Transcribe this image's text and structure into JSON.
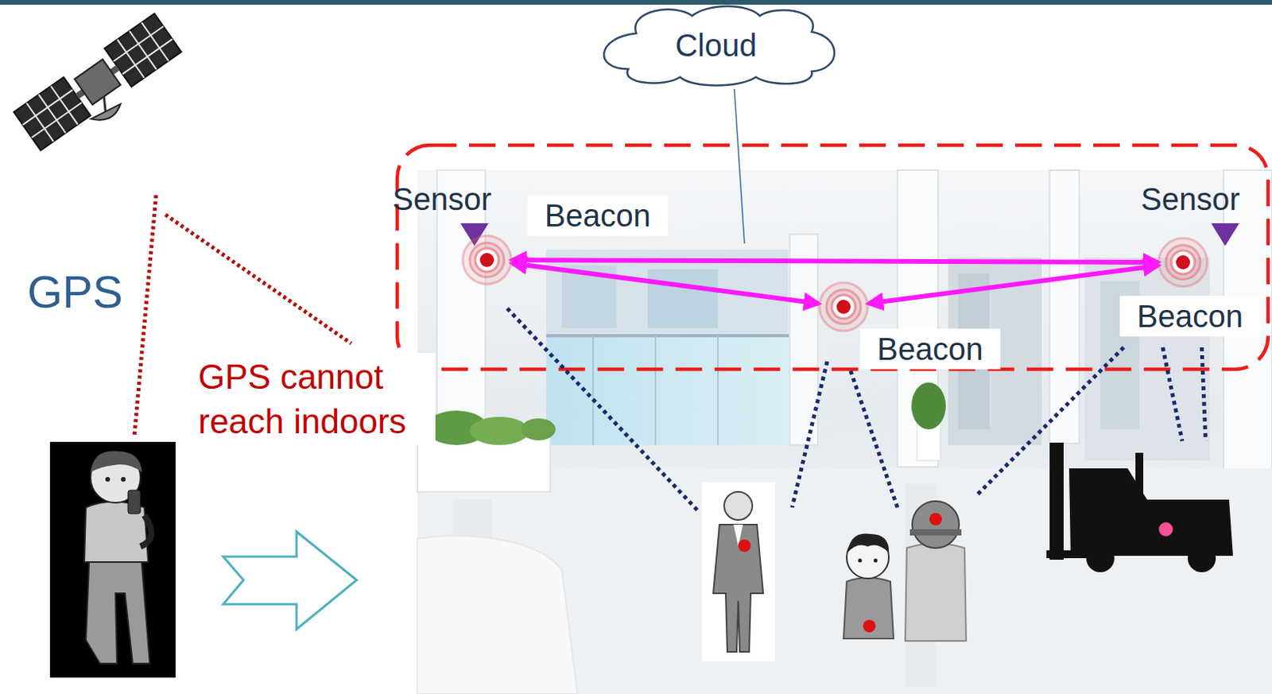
{
  "diagram": {
    "nodes": [
      {
        "text": [
          "Cloud"
        ]
      },
      {
        "text": [
          "Beacon"
        ]
      },
      {
        "text": [
          "Beacon"
        ]
      },
      {
        "text": [
          "Beacon"
        ]
      }
    ],
    "edges": [
      {
        "from": 1,
        "to": 3,
        "arrow": "both"
      },
      {
        "from": 1,
        "to": 2,
        "arrow": "both"
      },
      {
        "from": 2,
        "to": 3,
        "arrow": "both"
      }
    ],
    "labels": [
      "GPS",
      "GPS cannot reach indoors",
      "Sensor",
      "Sensor"
    ]
  }
}
